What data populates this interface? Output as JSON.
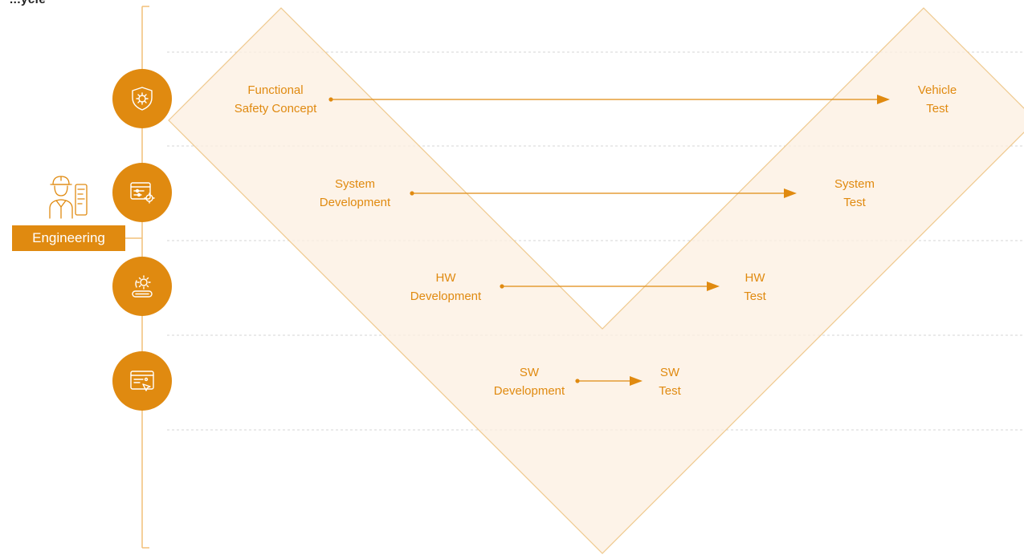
{
  "header_cut_text": "...ycle",
  "role": {
    "label": "Engineering",
    "icon": "engineer-icon"
  },
  "stages": [
    {
      "left": {
        "line1": "Functional",
        "line2": "Safety Concept"
      },
      "right": {
        "line1": "Vehicle",
        "line2": "Test"
      },
      "icon": "shield-gear-icon"
    },
    {
      "left": {
        "line1": "System",
        "line2": "Development"
      },
      "right": {
        "line1": "System",
        "line2": "Test"
      },
      "icon": "window-settings-icon"
    },
    {
      "left": {
        "line1": "HW",
        "line2": "Development"
      },
      "right": {
        "line1": "HW",
        "line2": "Test"
      },
      "icon": "gear-chip-icon"
    },
    {
      "left": {
        "line1": "SW",
        "line2": "Development"
      },
      "right": {
        "line1": "SW",
        "line2": "Test"
      },
      "icon": "code-window-icon"
    }
  ],
  "colors": {
    "accent": "#e08a10",
    "v_fill": "#fcefe0",
    "v_stroke": "#efc98e",
    "dashed": "#d6d6d6",
    "timeline": "#f2c078"
  }
}
